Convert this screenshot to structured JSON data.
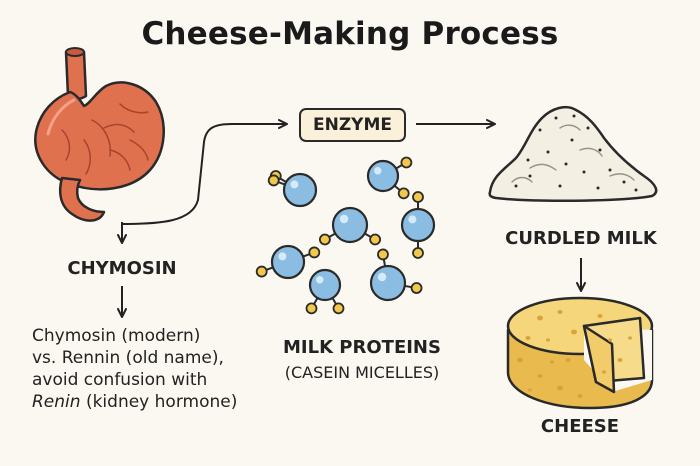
{
  "title": "Cheese-Making Process",
  "enzyme_label": "ENZYME",
  "chymosin_label": "CHYMOSIN",
  "note": {
    "line1": "Chymosin (modern)",
    "line2": "vs. Rennin (old name),",
    "line3": "avoid confusion with",
    "line4_italic": "Renin",
    "line4_rest": " (kidney hormone)"
  },
  "milk_proteins_label": "MILK PROTEINS",
  "casein_label": "(CASEIN MICELLES)",
  "curdled_milk_label": "CURDLED MILK",
  "cheese_label": "CHEESE",
  "colors": {
    "stomach": "#e0714f",
    "micelle": "#8bbde3",
    "phosphate": "#f2c84b",
    "cheese": "#f6d67a",
    "curd": "#f4efe3"
  }
}
